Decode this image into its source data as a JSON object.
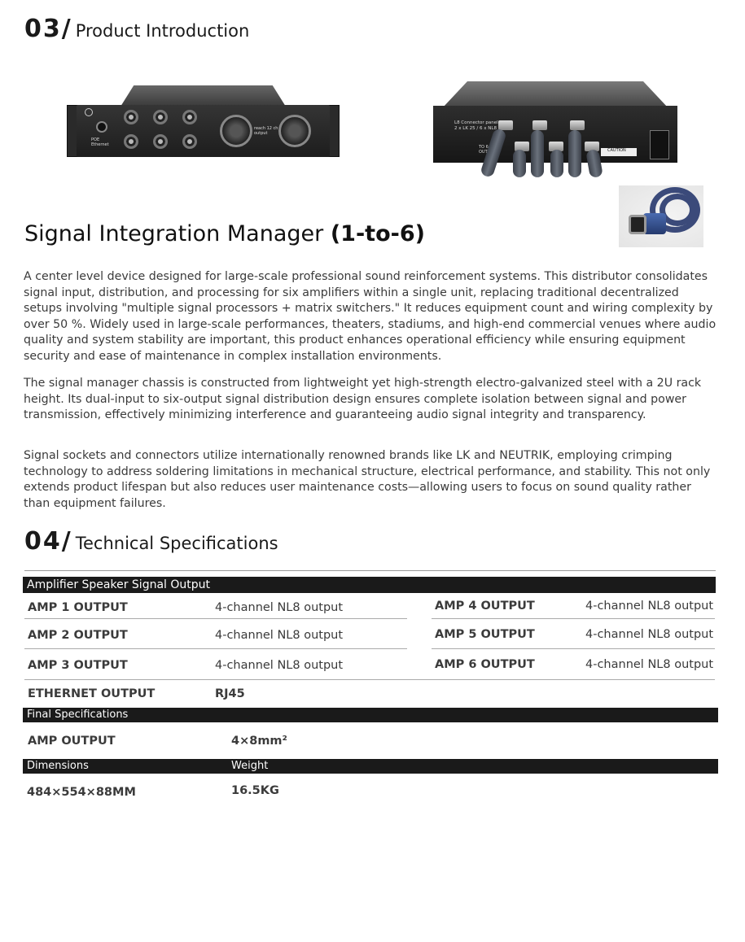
{
  "sections": {
    "intro": {
      "number": "03",
      "slash": "/",
      "title": "Product Introduction"
    },
    "specs": {
      "number": "04",
      "slash": "/",
      "title": "Technical Specifications"
    }
  },
  "images": {
    "front_labels": {
      "ethernet": "POE Ethernet",
      "mid": "reach 12 ch output"
    },
    "back_labels": {
      "panel": "L8 Connector panel",
      "panel_sub": "2 x LK 25 / 6 x NL8",
      "to": "TO 6-A OUTP",
      "caution": "CAUTION"
    }
  },
  "product": {
    "title_main": "Signal Integration Manager",
    "title_suffix": "(1-to-6)"
  },
  "paragraphs": [
    "A center level device designed for large-scale professional sound reinforcement systems. This distributor consolidates signal input, distribution, and processing for six amplifiers within a single unit, replacing traditional decentralized setups  involving \"multiple signal processors + matrix switchers.\" It reduces equipment count and wiring complexity by over 50 %. Widely used in large-scale performances, theaters, stadiums, and high-end commercial venues where audio quality and system stability are important, this product enhances operational efficiency while ensuring equipment security and ease of maintenance in complex installation environments.",
    "The signal manager chassis is constructed from lightweight yet high-strength electro-galvanized steel with a 2U rack height. Its dual-input to six-output signal distribution design ensures complete isolation between signal and power transmission, effectively minimizing interference and guaranteeing audio signal integrity and transparency.",
    "Signal sockets and connectors utilize internationally renowned brands like LK and NEUTRIK, employing crimping technology to address soldering limitations in mechanical structure, electrical performance, and stability. This not only extends product lifespan but also reduces user maintenance costs—allowing users to focus on sound quality rather than equipment failures."
  ],
  "spec_table": {
    "group1_header": "Amplifier Speaker Signal Output",
    "rows": [
      {
        "left_key": "AMP 1 OUTPUT",
        "left_val": "4-channel NL8 output",
        "right_key": "AMP 4 OUTPUT",
        "right_val": "4-channel NL8 output"
      },
      {
        "left_key": "AMP 2 OUTPUT",
        "left_val": "4-channel NL8 output",
        "right_key": "AMP 5 OUTPUT",
        "right_val": "4-channel NL8 output"
      },
      {
        "left_key": "AMP 3 OUTPUT",
        "left_val": "4-channel NL8 output",
        "right_key": "AMP 6 OUTPUT",
        "right_val": "4-channel NL8 output"
      }
    ],
    "ethernet_key": "ETHERNET OUTPUT",
    "ethernet_val": "RJ45",
    "group2_header": "Final Specifications",
    "amp_key": "AMP OUTPUT",
    "amp_val": "4×8mm²",
    "dim_header": "Dimensions",
    "weight_header": "Weight",
    "dim_val": "484×554×88MM",
    "weight_val": "16.5KG"
  }
}
